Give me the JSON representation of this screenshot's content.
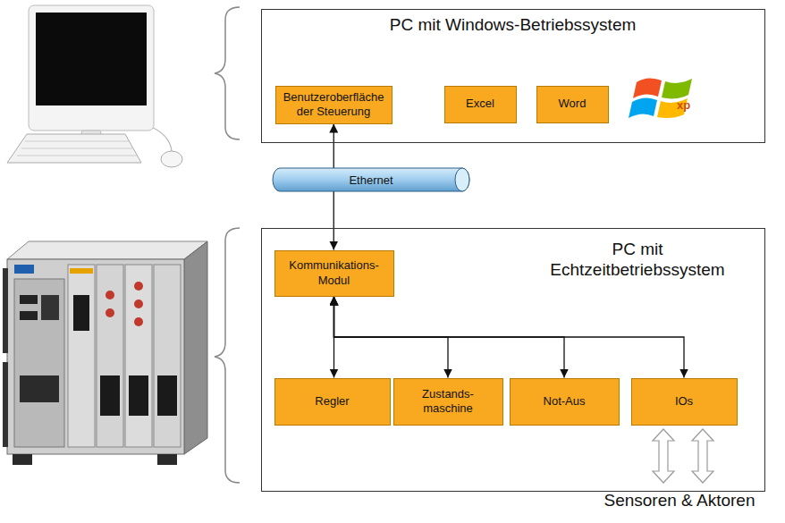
{
  "diagram": {
    "nodes": [
      {
        "text": [
          "PC mit Windows-Betriebssystem"
        ]
      },
      {
        "text": [
          "Benutzeroberfläche der Steuerung"
        ],
        "in": 0
      },
      {
        "text": [
          "Excel"
        ],
        "in": 0
      },
      {
        "text": [
          "Word"
        ],
        "in": 0
      },
      {
        "text": [
          "Ethernet"
        ]
      },
      {
        "text": [
          "PC mit Echtzeitbetriebssystem"
        ]
      },
      {
        "text": [
          "Kommunikations- Modul"
        ],
        "in": 5
      },
      {
        "text": [
          "Regler"
        ],
        "in": 5
      },
      {
        "text": [
          "Zustands- maschine"
        ],
        "in": 5
      },
      {
        "text": [
          "Not-Aus"
        ],
        "in": 5
      },
      {
        "text": [
          "IOs"
        ],
        "in": 5
      }
    ],
    "edges": [
      {
        "from": 4,
        "to": 1,
        "arrow": "to"
      },
      {
        "from": 4,
        "to": 6,
        "arrow": "to"
      },
      {
        "from": 6,
        "to": 7,
        "arrow": "both"
      },
      {
        "from": 6,
        "to": 8,
        "arrow": "both"
      },
      {
        "from": 6,
        "to": 9,
        "arrow": "both"
      },
      {
        "from": 6,
        "to": 10,
        "arrow": "both"
      }
    ],
    "labels": [
      "xp",
      "Sensoren & Aktoren"
    ]
  }
}
